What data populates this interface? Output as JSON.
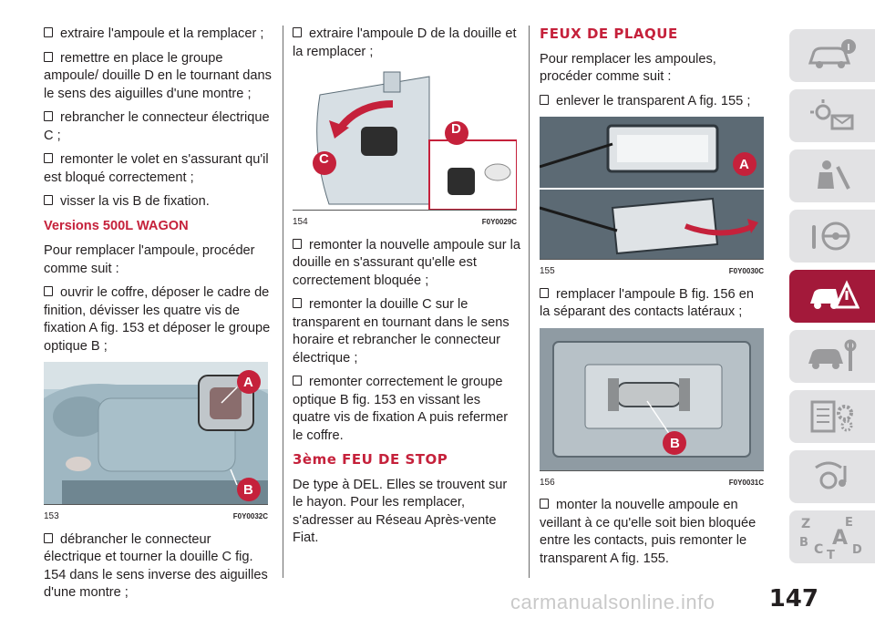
{
  "col1": {
    "bullets_top": [
      "extraire l'ampoule et la remplacer ;",
      "remettre en place le groupe ampoule/ douille D en le tournant dans le sens des aiguilles d'une montre ;",
      "rebrancher le connecteur électrique C ;",
      "remonter le volet en s'assurant qu'il est bloqué correctement ;",
      "visser la vis B de fixation."
    ],
    "subheading": "Versions 500L WAGON",
    "intro": "Pour remplacer l'ampoule, procéder comme suit :",
    "bullet_mid": "ouvrir le coffre, déposer le cadre de finition, dévisser les quatre vis de fixation A fig. 153 et déposer le groupe optique B ;",
    "figure": {
      "number": "153",
      "code": "F0Y0032C",
      "labels": [
        "A",
        "B"
      ]
    },
    "bullet_bottom": "débrancher le connecteur électrique et tourner la douille C fig. 154 dans le sens inverse des aiguilles d'une montre ;"
  },
  "col2": {
    "bullet_top": "extraire l'ampoule D de la douille et la remplacer ;",
    "figure": {
      "number": "154",
      "code": "F0Y0029C",
      "labels": [
        "C",
        "D"
      ]
    },
    "bullets": [
      "remonter la nouvelle ampoule sur la douille en s'assurant qu'elle est correctement bloquée ;",
      "remonter la douille C sur le transparent en tournant dans le sens horaire et rebrancher le connecteur électrique ;",
      "remonter correctement le groupe optique B fig. 153 en vissant les quatre vis de fixation A puis refermer le coffre."
    ],
    "heading": "3ème FEU DE STOP",
    "paragraph": "De type à DEL. Elles se trouvent sur le hayon. Pour les remplacer, s'adresser au Réseau Après-vente Fiat."
  },
  "col3": {
    "heading": "FEUX DE PLAQUE",
    "intro": "Pour remplacer les ampoules, procéder comme suit :",
    "bullet1": "enlever le transparent A fig. 155 ;",
    "figure1": {
      "number": "155",
      "code": "F0Y0030C",
      "labels": [
        "A"
      ]
    },
    "bullet2": "remplacer l'ampoule B fig. 156 en la séparant des contacts latéraux ;",
    "figure2": {
      "number": "156",
      "code": "F0Y0031C",
      "labels": [
        "B"
      ]
    },
    "bullet3": "monter la nouvelle ampoule en veillant à ce qu'elle soit bien bloquée entre les contacts, puis remonter le transparent A fig. 155."
  },
  "sidebar": {
    "tabs": [
      {
        "icon": "car-info-icon",
        "active": false
      },
      {
        "icon": "warning-lights-icon",
        "active": false
      },
      {
        "icon": "safety-seat-icon",
        "active": false
      },
      {
        "icon": "steering-wheel-icon",
        "active": false
      },
      {
        "icon": "emergency-car-icon",
        "active": true
      },
      {
        "icon": "car-maintenance-icon",
        "active": false
      },
      {
        "icon": "technical-data-icon",
        "active": false
      },
      {
        "icon": "multimedia-icon",
        "active": false
      },
      {
        "icon": "index-letters-icon",
        "active": false
      }
    ],
    "index_letters": [
      "Z",
      "E",
      "A",
      "B",
      "C",
      "T",
      "D"
    ]
  },
  "page_number": "147",
  "watermark": "carmanualsonline.info",
  "colors": {
    "accent": "#c5213b",
    "tab_active": "#a3193a",
    "tab": "#e2e2e4"
  }
}
